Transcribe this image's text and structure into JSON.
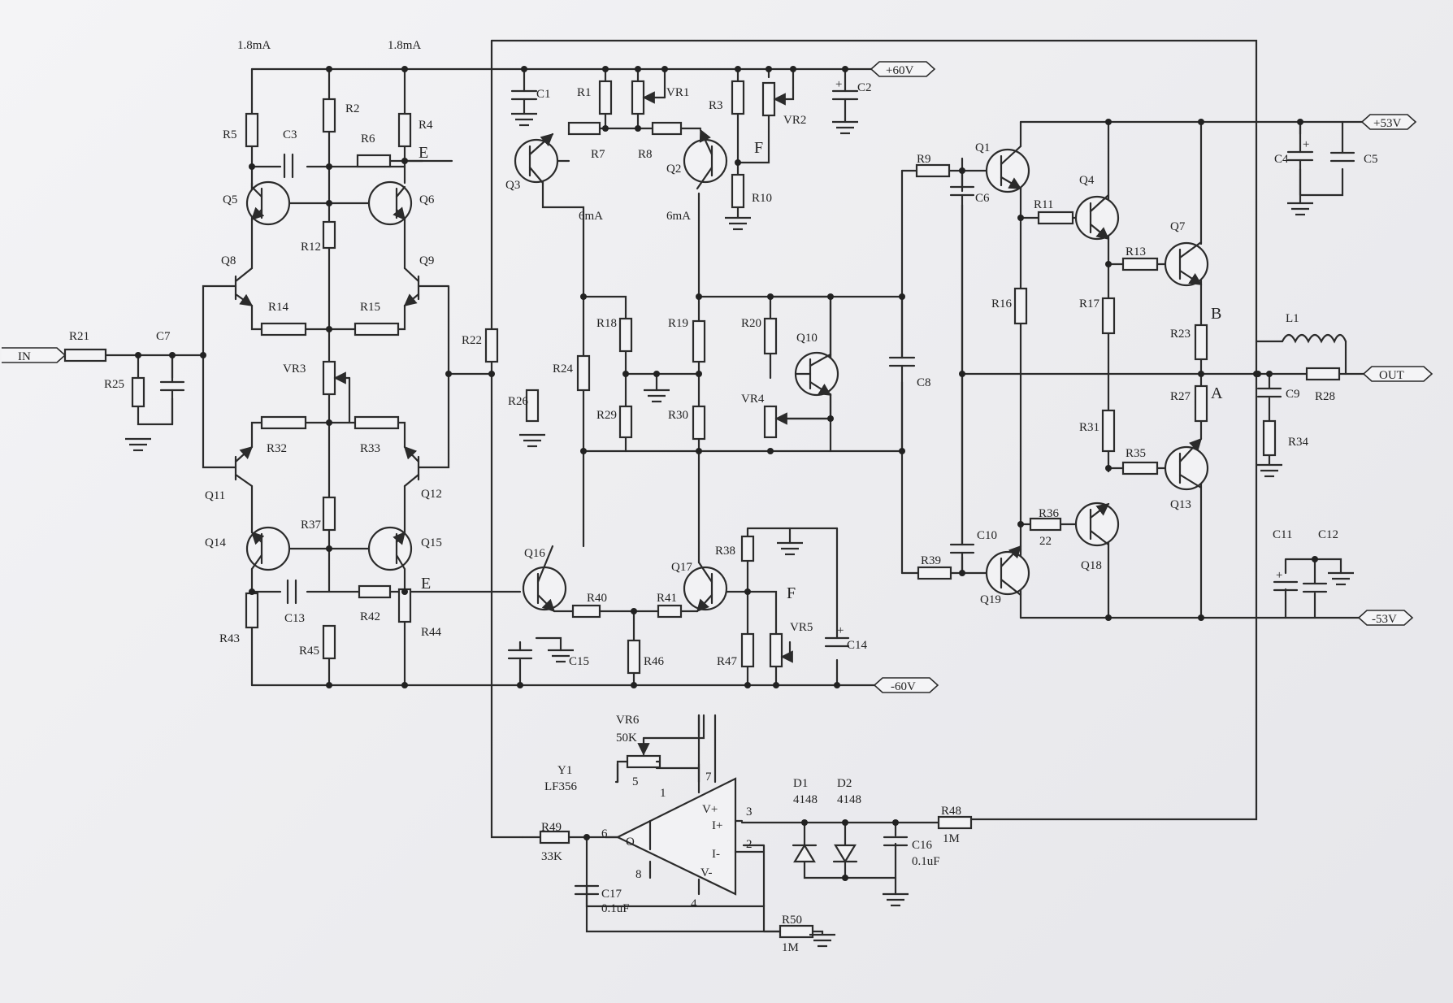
{
  "title": "",
  "currents": {
    "q5_branch": "1.8mA",
    "q6_branch": "1.8mA",
    "q3_branch": "6mA",
    "q2_branch": "6mA"
  },
  "ports": {
    "input": "IN",
    "output": "OUT",
    "vpos60": "+60V",
    "vneg60": "-60V",
    "vpos53": "+53V",
    "vneg53": "-53V"
  },
  "nodes": {
    "e_top": "E",
    "e_bot": "E",
    "f_top": "F",
    "f_bot": "F",
    "a": "A",
    "b": "B"
  },
  "resistors": {
    "r1": "R1",
    "r2": "R2",
    "r3": "R3",
    "r4": "R4",
    "r5": "R5",
    "r6": "R6",
    "r7": "R7",
    "r8": "R8",
    "r9": "R9",
    "r10": "R10",
    "r11": "R11",
    "r12": "R12",
    "r13": "R13",
    "r14": "R14",
    "r15": "R15",
    "r16": "R16",
    "r17": "R17",
    "r18": "R18",
    "r19": "R19",
    "r20": "R20",
    "r21": "R21",
    "r22": "R22",
    "r23": "R23",
    "r24": "R24",
    "r25": "R25",
    "r26": "R26",
    "r27": "R27",
    "r28": "R28",
    "r29": "R29",
    "r30": "R30",
    "r31": "R31",
    "r32": "R32",
    "r33": "R33",
    "r34": "R34",
    "r35": "R35",
    "r36": "R36",
    "r36_value": "22",
    "r37": "R37",
    "r38": "R38",
    "r39": "R39",
    "r40": "R40",
    "r41": "R41",
    "r42": "R42",
    "r43": "R43",
    "r44": "R44",
    "r45": "R45",
    "r46": "R46",
    "r47": "R47",
    "r48": "R48",
    "r48_value": "1M",
    "r49": "R49",
    "r49_value": "33K",
    "r50": "R50",
    "r50_value": "1M"
  },
  "pots": {
    "vr1": "VR1",
    "vr2": "VR2",
    "vr3": "VR3",
    "vr4": "VR4",
    "vr5": "VR5",
    "vr6": "VR6",
    "vr6_value": "50K"
  },
  "capacitors": {
    "c1": "C1",
    "c2": "C2",
    "c3": "C3",
    "c4": "C4",
    "c5": "C5",
    "c6": "C6",
    "c7": "C7",
    "c8": "C8",
    "c9": "C9",
    "c10": "C10",
    "c11": "C11",
    "c12": "C12",
    "c13": "C13",
    "c14": "C14",
    "c15": "C15",
    "c16": "C16",
    "c16_value": "0.1uF",
    "c17": "C17",
    "c17_value": "0.1uF"
  },
  "transistors": {
    "q1": "Q1",
    "q2": "Q2",
    "q3": "Q3",
    "q4": "Q4",
    "q5": "Q5",
    "q6": "Q6",
    "q7": "Q7",
    "q8": "Q8",
    "q9": "Q9",
    "q10": "Q10",
    "q11": "Q11",
    "q12": "Q12",
    "q13": "Q13",
    "q14": "Q14",
    "q15": "Q15",
    "q16": "Q16",
    "q17": "Q17",
    "q18": "Q18",
    "q19": "Q19"
  },
  "inductor": "L1",
  "opamp": {
    "ref": "Y1",
    "part": "LF356",
    "pin_out": "O",
    "pin_vpos": "V+",
    "pin_vneg": "V-",
    "pin_inp": "I+",
    "pin_inn": "I-",
    "pin1": "1",
    "pin2": "2",
    "pin3": "3",
    "pin4": "4",
    "pin5": "5",
    "pin6": "6",
    "pin7": "7",
    "pin8": "8"
  },
  "diodes": {
    "d1": "D1",
    "d1_part": "4148",
    "d2": "D2",
    "d2_part": "4148"
  }
}
